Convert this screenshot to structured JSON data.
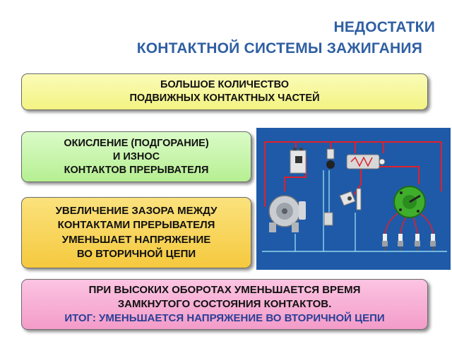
{
  "title": {
    "line1": "НЕДОСТАТКИ",
    "line2": "КОНТАКТНОЙ СИСТЕМЫ ЗАЖИГАНИЯ"
  },
  "boxes": {
    "moving_parts": {
      "line1": "БОЛЬШОЕ КОЛИЧЕСТВО",
      "line2": "ПОДВИЖНЫХ КОНТАКТНЫХ ЧАСТЕЙ"
    },
    "oxidation": {
      "line1": "ОКИСЛЕНИЕ (ПОДГОРАНИЕ)",
      "line2": "И ИЗНОС",
      "line3": "КОНТАКТОВ ПРЕРЫВАТЕЛЯ"
    },
    "gap_increase": {
      "line1": "УВЕЛИЧЕНИЕ ЗАЗОРА МЕЖДУ",
      "line2": "КОНТАКТАМИ ПРЕРЫВАТЕЛЯ",
      "line3": "УМЕНЬШАЕТ НАПРЯЖЕНИЕ",
      "line4": "ВО ВТОРИЧНОЙ ЦЕПИ"
    },
    "high_rpm": {
      "line1": "ПРИ ВЫСОКИХ ОБОРОТАХ УМЕНЬШАЕТСЯ ВРЕМЯ",
      "line2": "ЗАМКНУТОГО СОСТОЯНИЯ КОНТАКТОВ.",
      "line3": "ИТОГ: УМЕНЬШАЕТСЯ НАПРЯЖЕНИЕ ВО ВТОРИЧНОЙ ЦЕПИ"
    }
  },
  "colors": {
    "title": "#2f5fa3",
    "summary_text": "#2a3f96",
    "diagram_bg": "#1f5aa8",
    "wire_primary": "#e0202a",
    "wire_low": "#8fd7f0",
    "distributor": "#3fae2c"
  },
  "diagram": {
    "icons": [
      "generator-icon",
      "battery-icon",
      "ignition-switch-icon",
      "ignition-coil-icon",
      "breaker-icon",
      "distributor-icon",
      "spark-plug-icon"
    ]
  }
}
